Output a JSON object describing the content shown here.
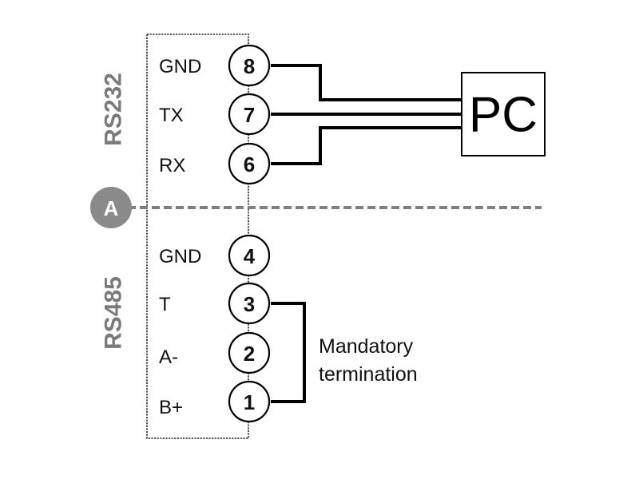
{
  "groups": [
    {
      "id": "rs232",
      "label": "RS232"
    },
    {
      "id": "rs485",
      "label": "RS485"
    }
  ],
  "rs232_pins": [
    {
      "number": "8",
      "label": "GND"
    },
    {
      "number": "7",
      "label": "TX"
    },
    {
      "number": "6",
      "label": "RX"
    }
  ],
  "rs485_pins": [
    {
      "number": "4",
      "label": "GND"
    },
    {
      "number": "3",
      "label": "T"
    },
    {
      "number": "2",
      "label": "A-"
    },
    {
      "number": "1",
      "label": "B+"
    }
  ],
  "pc": {
    "label": "PC"
  },
  "section_marker": {
    "label": "A"
  },
  "termination_note": {
    "line1": "Mandatory",
    "line2": "termination"
  },
  "colors": {
    "line": "#000000",
    "group_label": "#7a7a7a",
    "marker_fill": "#8a8a8a",
    "dashed_divider": "#7f7f7f"
  }
}
